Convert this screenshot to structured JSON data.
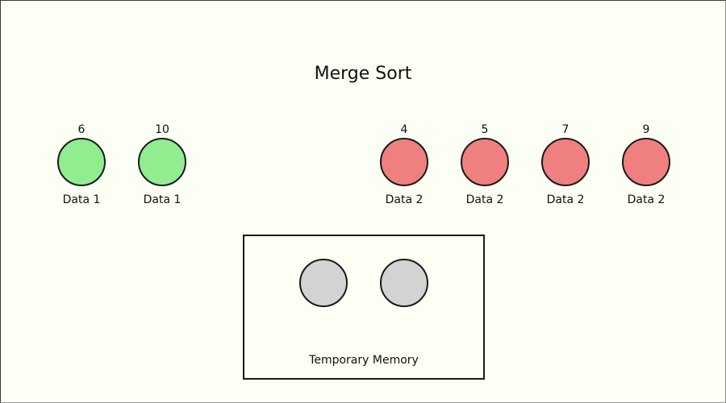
{
  "title": "Merge Sort",
  "colors": {
    "background": "#FCFFF3",
    "list1_fill": "#90EE90",
    "list2_fill": "#F08080",
    "temp_fill": "#D3D3D3",
    "outline": "#1A1A1A"
  },
  "list1": {
    "label": "Data 1",
    "values": [
      6,
      10
    ]
  },
  "list2": {
    "label": "Data 2",
    "values": [
      4,
      5,
      7,
      9
    ]
  },
  "temp_memory": {
    "label": "Temporary Memory",
    "slot_count": 2
  }
}
